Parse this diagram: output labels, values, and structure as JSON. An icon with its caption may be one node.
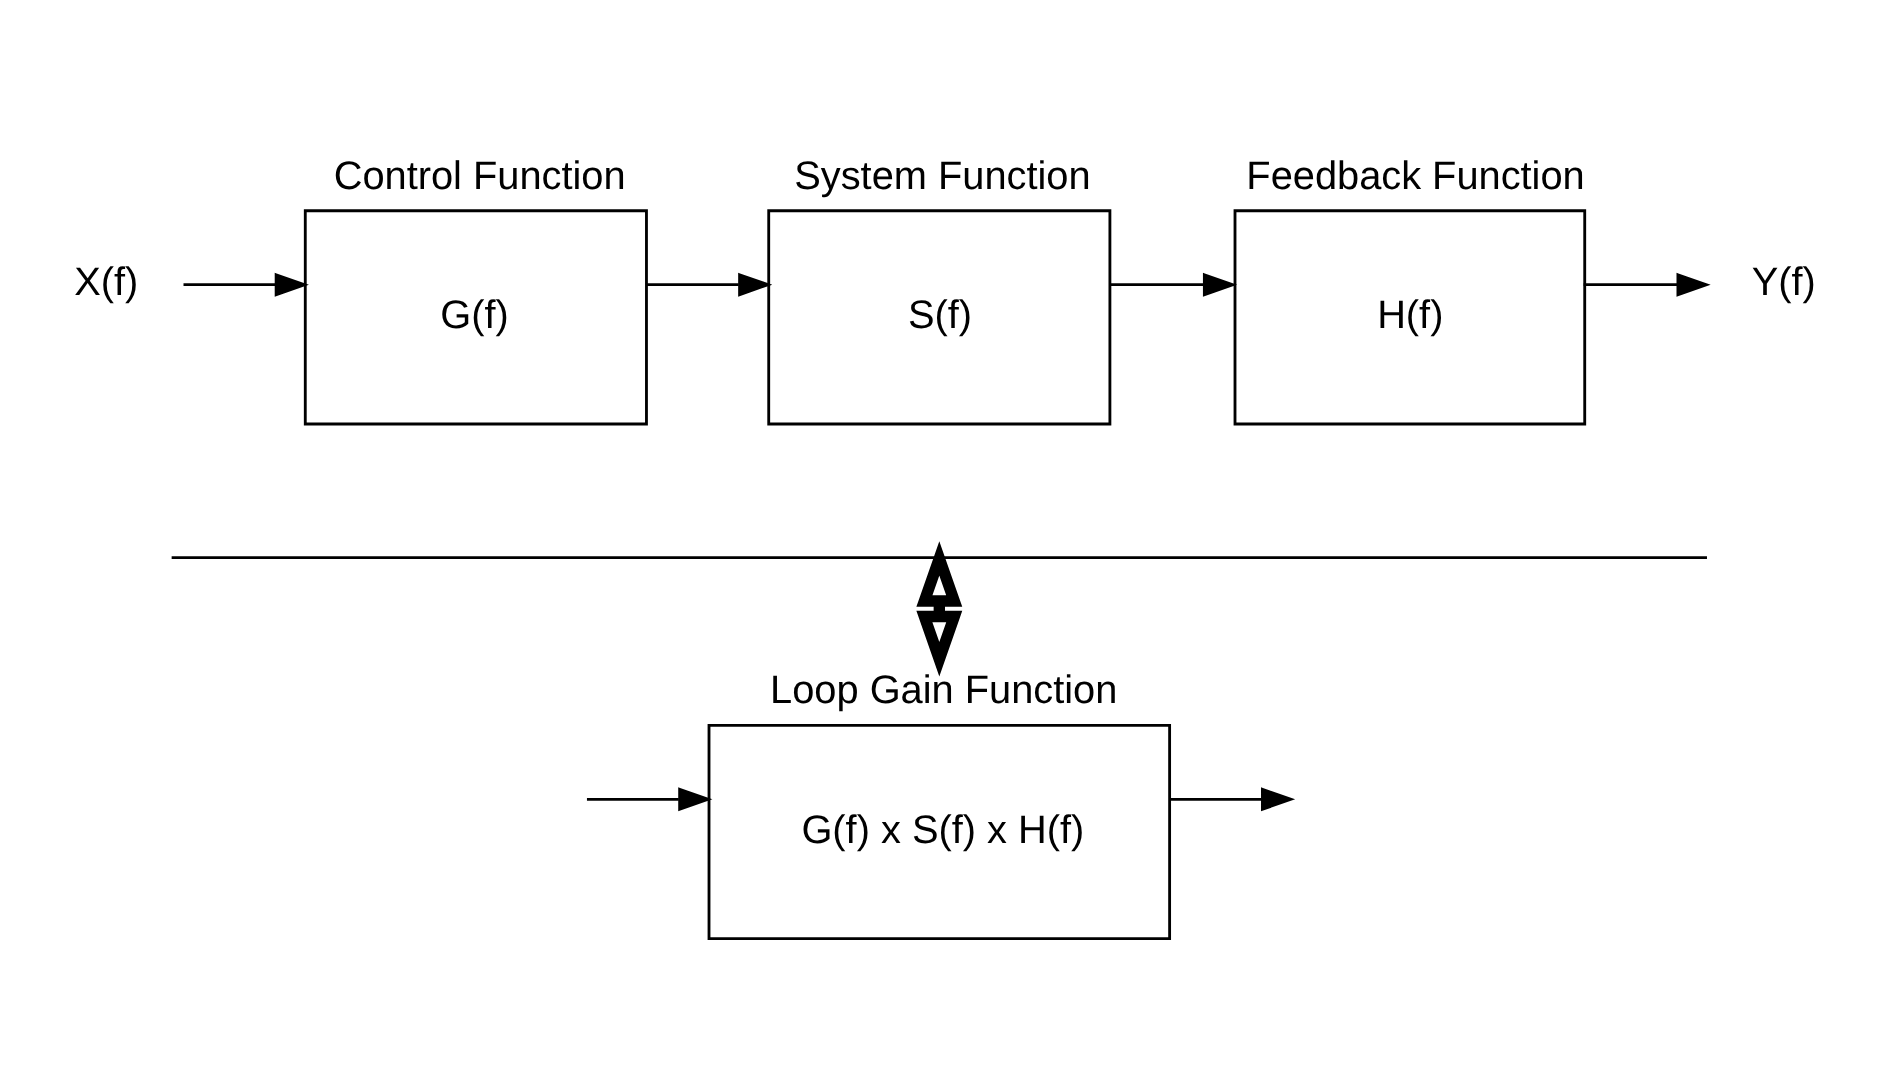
{
  "diagram": {
    "nodes": [
      {
        "text": [
          "X(f)"
        ]
      },
      {
        "text": [
          "Control Function",
          "G(f)"
        ]
      },
      {
        "text": [
          "System Function",
          "S(f)"
        ]
      },
      {
        "text": [
          "Feedback Function",
          "H(f)"
        ]
      },
      {
        "text": [
          "Y(f)"
        ]
      },
      {
        "text": [],
        "shape": "bracket"
      },
      {
        "text": [
          "Loop Gain Function",
          "G(f) x S(f) x H(f)"
        ]
      }
    ],
    "edges": [
      {
        "from": 0,
        "to": 1,
        "arrow": "to"
      },
      {
        "from": 1,
        "to": 2,
        "arrow": "to"
      },
      {
        "from": 2,
        "to": 3,
        "arrow": "to"
      },
      {
        "from": 3,
        "to": 4,
        "arrow": "to"
      },
      {
        "from": 5,
        "to": 6,
        "arrow": "both",
        "style": "thick"
      },
      {
        "from": null,
        "to": 6,
        "arrow": "to"
      },
      {
        "from": 6,
        "to": null,
        "arrow": "to"
      }
    ]
  }
}
